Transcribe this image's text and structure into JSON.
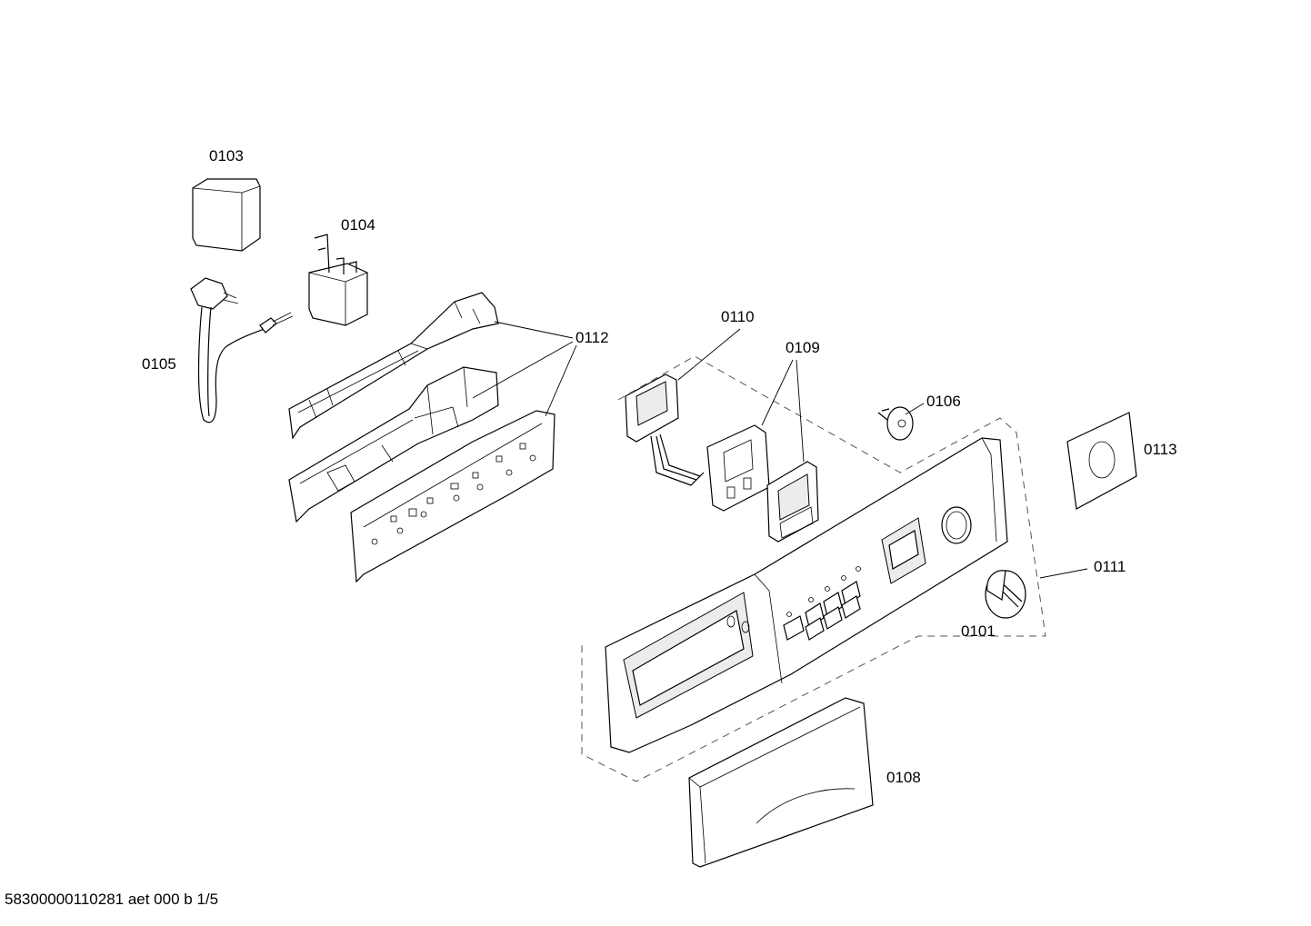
{
  "labels": {
    "p0101": "0101",
    "p0103": "0103",
    "p0104": "0104",
    "p0105": "0105",
    "p0106": "0106",
    "p0108": "0108",
    "p0109": "0109",
    "p0110": "0110",
    "p0111": "0111",
    "p0112": "0112",
    "p0113": "0113"
  },
  "footer": "58300000110281 aet 000 b 1/5"
}
